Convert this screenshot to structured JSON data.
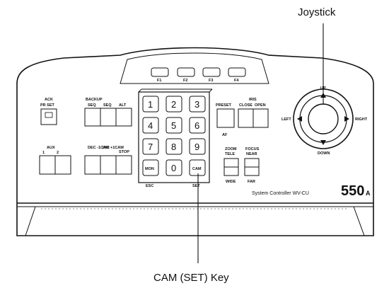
{
  "callouts": {
    "joystick": "Joystick",
    "cam_key": "CAM (SET) Key"
  },
  "function_keys": [
    "F1",
    "F2",
    "F3",
    "F4"
  ],
  "ack": {
    "label_top": "ACK",
    "label_bottom": "PR SET"
  },
  "backup_group": {
    "label": "BACKUP",
    "buttons": [
      "SEQ",
      "SEQ",
      "ALT"
    ]
  },
  "aux": {
    "label": "AUX",
    "numbers": [
      "1",
      "2"
    ]
  },
  "cam_step": {
    "labels": [
      "DEC -1CAM",
      "INC +1CAM",
      "STOP"
    ]
  },
  "keypad": [
    "1",
    "2",
    "3",
    "4",
    "5",
    "6",
    "7",
    "8",
    "9",
    "MON",
    "0",
    "CAM"
  ],
  "keypad_sub": {
    "esc": "ESC",
    "set": "SET"
  },
  "preset": {
    "label": "PRESET",
    "sub": "AF"
  },
  "iris": {
    "label": "IRIS",
    "close": "CLOSE",
    "open": "OPEN"
  },
  "zoom": {
    "label": "ZOOM",
    "top": "TELE",
    "bottom": "WIDE"
  },
  "focus": {
    "label": "FOCUS",
    "top": "NEAR",
    "bottom": "FAR"
  },
  "joystick": {
    "up": "UP",
    "down": "DOWN",
    "left": "LEFT",
    "right": "RIGHT"
  },
  "model": {
    "text": "System Controller WV-CU",
    "number": "550",
    "suffix": "A"
  }
}
